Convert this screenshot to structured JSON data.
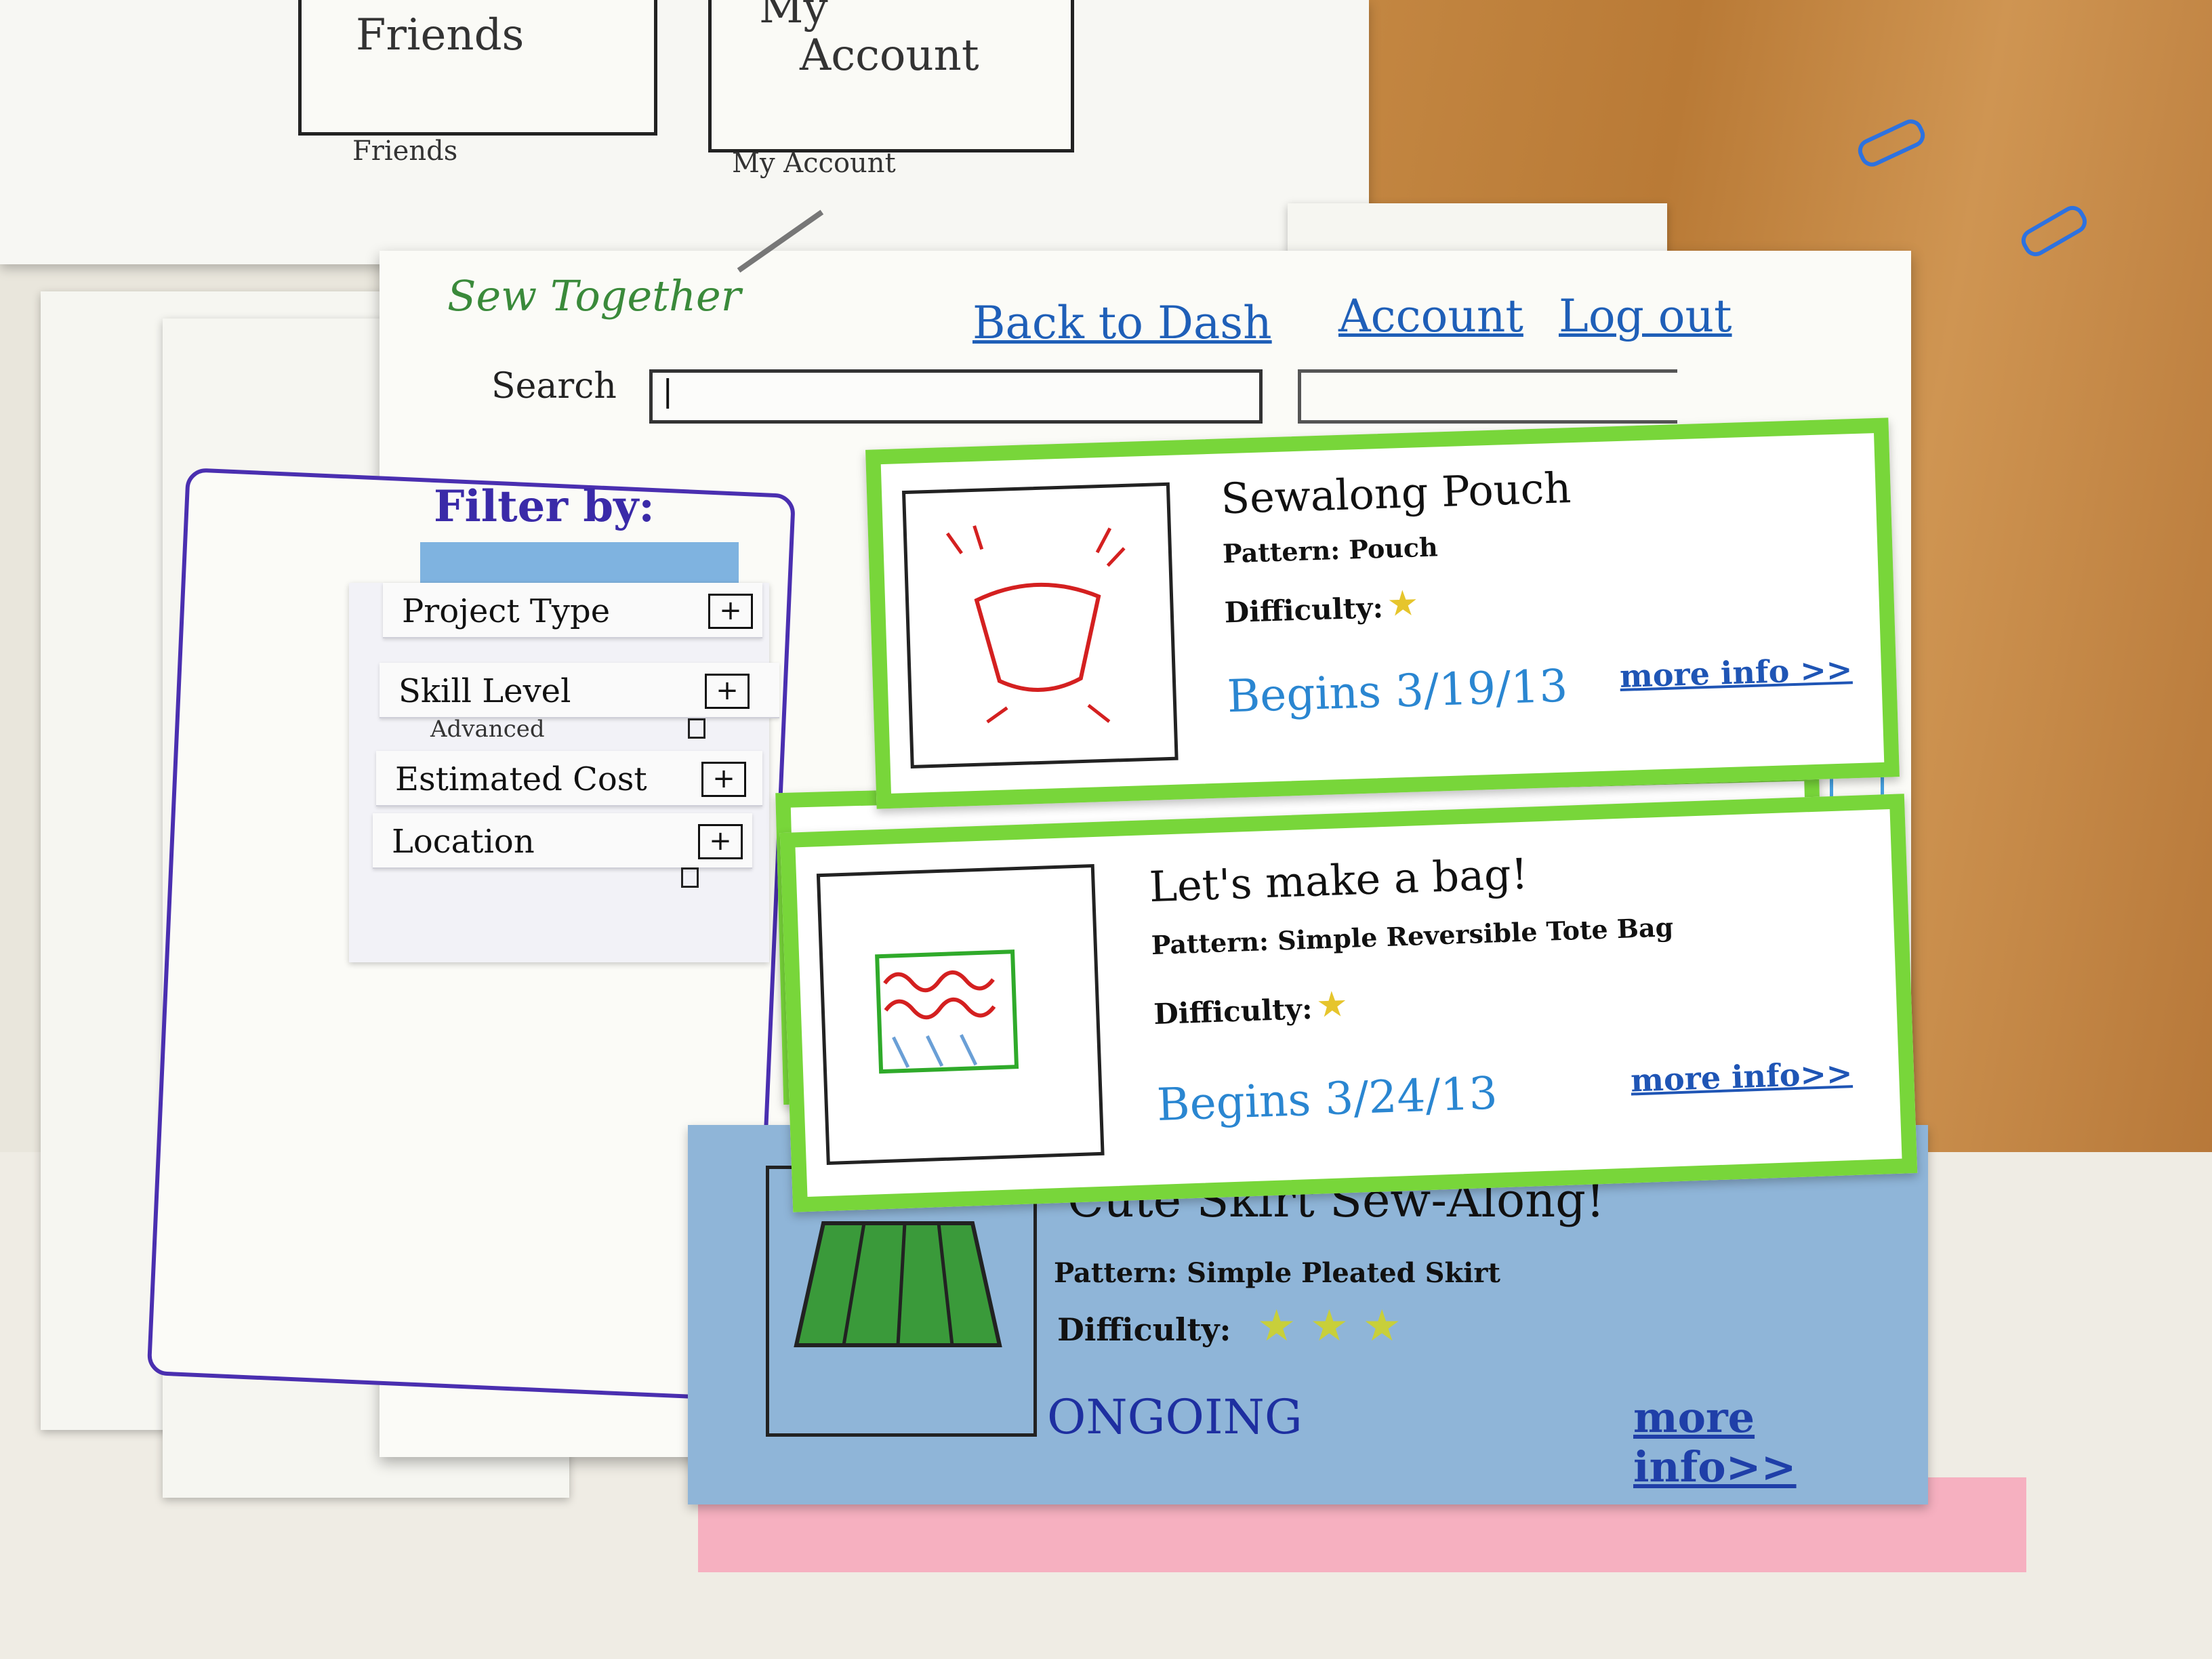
{
  "sketch_sheet_top": {
    "box_friends": "Friends",
    "box_account": "Account",
    "box_account_prefix": "My",
    "caption_friends": "Friends",
    "caption_account": "My   Account"
  },
  "header": {
    "logo": "Sew Together",
    "nav": {
      "back": "Back to Dash",
      "account": "Account",
      "logout": "Log out"
    },
    "search_label": "Search",
    "search_value": "|"
  },
  "filter": {
    "title": "Filter by:",
    "rows": [
      {
        "label": "Project Type",
        "toggle": "+"
      },
      {
        "label": "Skill Level",
        "toggle": "+"
      },
      {
        "label": "Estimated Cost",
        "toggle": "+"
      },
      {
        "label": "Location",
        "toggle": "+"
      }
    ],
    "sub_option": "Advanced"
  },
  "cards": [
    {
      "title": "Sewalong Pouch",
      "pattern": "Pattern: Pouch",
      "difficulty_label": "Difficulty:",
      "stars": "★",
      "date": "Begins 3/19/13",
      "more": "more info >>"
    },
    {
      "title": "Let's make a bag!",
      "pattern": "Pattern: Simple Reversible Tote Bag",
      "difficulty_label": "Difficulty:",
      "stars": "★",
      "date": "Begins 3/24/13",
      "more": "more info>>"
    },
    {
      "title": "Cute Skirt Sew-Along!",
      "pattern": "Pattern: Simple Pleated Skirt",
      "difficulty_label": "Difficulty:",
      "stars": "★ ★ ★",
      "date": "ONGOING",
      "more": "more info>>"
    }
  ],
  "scroll": {
    "up": "▲",
    "down": "▼"
  },
  "colors": {
    "card_border": "#78d63a",
    "blue_card": "#8fb5d8",
    "filter_border": "#4a2fb0",
    "link": "#1f5fb8"
  }
}
